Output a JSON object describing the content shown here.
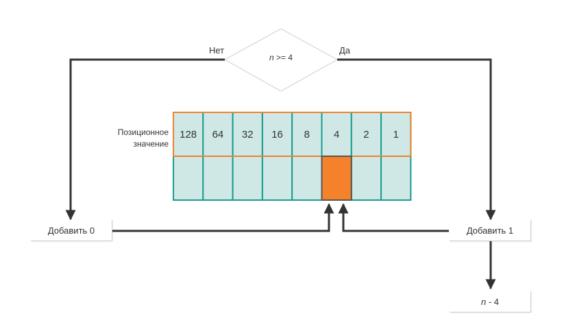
{
  "decision": {
    "var": "n",
    "condition": ">= 4",
    "no_label": "Нет",
    "yes_label": "Да"
  },
  "table": {
    "row_label_line1": "Позиционное",
    "row_label_line2": "значение",
    "positions": [
      "128",
      "64",
      "32",
      "16",
      "8",
      "4",
      "2",
      "1"
    ],
    "highlight_index": 5
  },
  "add_zero": {
    "label": "Добавить 0"
  },
  "add_one": {
    "label": "Добавить 1"
  },
  "subtract": {
    "var": "n",
    "op": " - 4"
  },
  "colors": {
    "line": "#333333",
    "header_border": "#f0822a",
    "cell_border": "#189d8e",
    "cell_fill": "#cfe8e6",
    "highlight": "#f5822a"
  }
}
